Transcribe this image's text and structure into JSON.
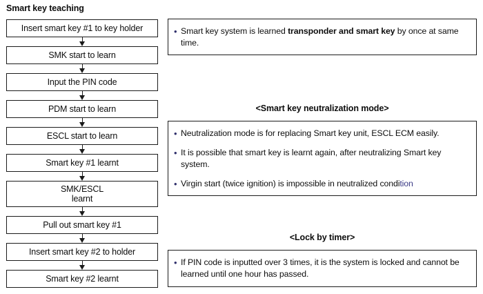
{
  "flow": {
    "title": "Smart key teaching",
    "steps": [
      {
        "lines": [
          "Insert smart key #1 to key holder"
        ]
      },
      {
        "lines": [
          "SMK start to learn"
        ]
      },
      {
        "lines": [
          "Input the PIN code"
        ]
      },
      {
        "lines": [
          "PDM start to learn"
        ]
      },
      {
        "lines": [
          "ESCL start to learn"
        ]
      },
      {
        "lines": [
          "Smart key #1 learnt"
        ]
      },
      {
        "lines": [
          "SMK/ESCL",
          "learnt"
        ]
      },
      {
        "lines": [
          "Pull out smart key #1"
        ]
      },
      {
        "lines": [
          "Insert smart key #2 to holder"
        ]
      },
      {
        "lines": [
          "Smart key #2 learnt"
        ]
      }
    ],
    "arrow_glyph": "down-arrow"
  },
  "notes": {
    "box1": {
      "bullet": "•",
      "text_before": "Smart key system is learned ",
      "text_bold": "transponder and smart key",
      "text_after": " by once at same  time."
    },
    "neutralization": {
      "heading": "<Smart key neutralization mode>",
      "bullets": [
        {
          "bullet": "•",
          "text": "Neutralization mode is for replacing Smart key unit, ESCL ECM easily."
        },
        {
          "bullet": "•",
          "text": "It is possible that smart key is learnt again, after neutralizing Smart key system."
        },
        {
          "bullet": "•",
          "text_main": "Virgin start (twice ignition) is impossible in neutralized condi",
          "text_tint": "tion"
        }
      ]
    },
    "lock": {
      "heading": "<Lock by timer>",
      "bullets": [
        {
          "bullet": "•",
          "text": "If PIN code is inputted over 3 times, it is the system is locked and cannot be learned until one hour has passed."
        }
      ]
    }
  },
  "colors": {
    "border": "#1a1a1a",
    "text": "#0d0d0d",
    "background": "#ffffff",
    "bullet_tint": "#2f2f6b"
  }
}
